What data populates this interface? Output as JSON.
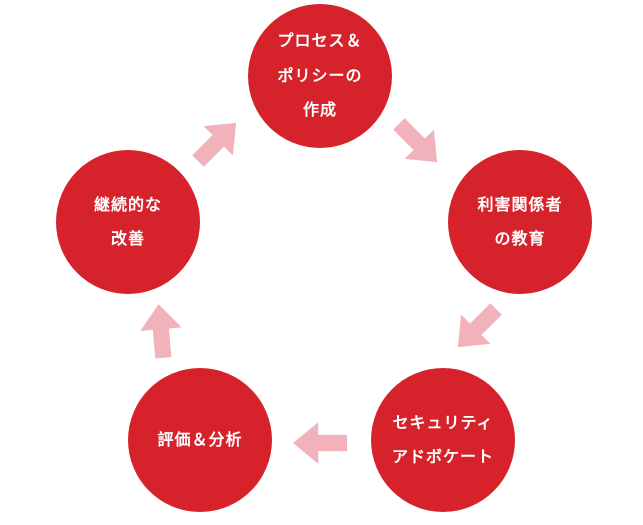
{
  "diagram": {
    "type": "cycle",
    "colors": {
      "circle": "#d6232b",
      "arrow": "#f1b2bc",
      "text": "#ffffff"
    },
    "nodes": [
      {
        "name": "process-policy-creation",
        "lines": [
          "プロセス＆",
          "ポリシーの",
          "作成"
        ]
      },
      {
        "name": "stakeholder-education",
        "lines": [
          "利害関係者",
          "の教育"
        ]
      },
      {
        "name": "security-advocate",
        "lines": [
          "セキュリティ",
          "アドボケート"
        ]
      },
      {
        "name": "evaluation-analysis",
        "lines": [
          "評価＆分析"
        ]
      },
      {
        "name": "continuous-improvement",
        "lines": [
          "継続的な",
          "改善"
        ]
      }
    ],
    "arrows": [
      {
        "from": "process-policy-creation",
        "to": "stakeholder-education"
      },
      {
        "from": "stakeholder-education",
        "to": "security-advocate"
      },
      {
        "from": "security-advocate",
        "to": "evaluation-analysis"
      },
      {
        "from": "evaluation-analysis",
        "to": "continuous-improvement"
      },
      {
        "from": "continuous-improvement",
        "to": "process-policy-creation"
      }
    ]
  }
}
